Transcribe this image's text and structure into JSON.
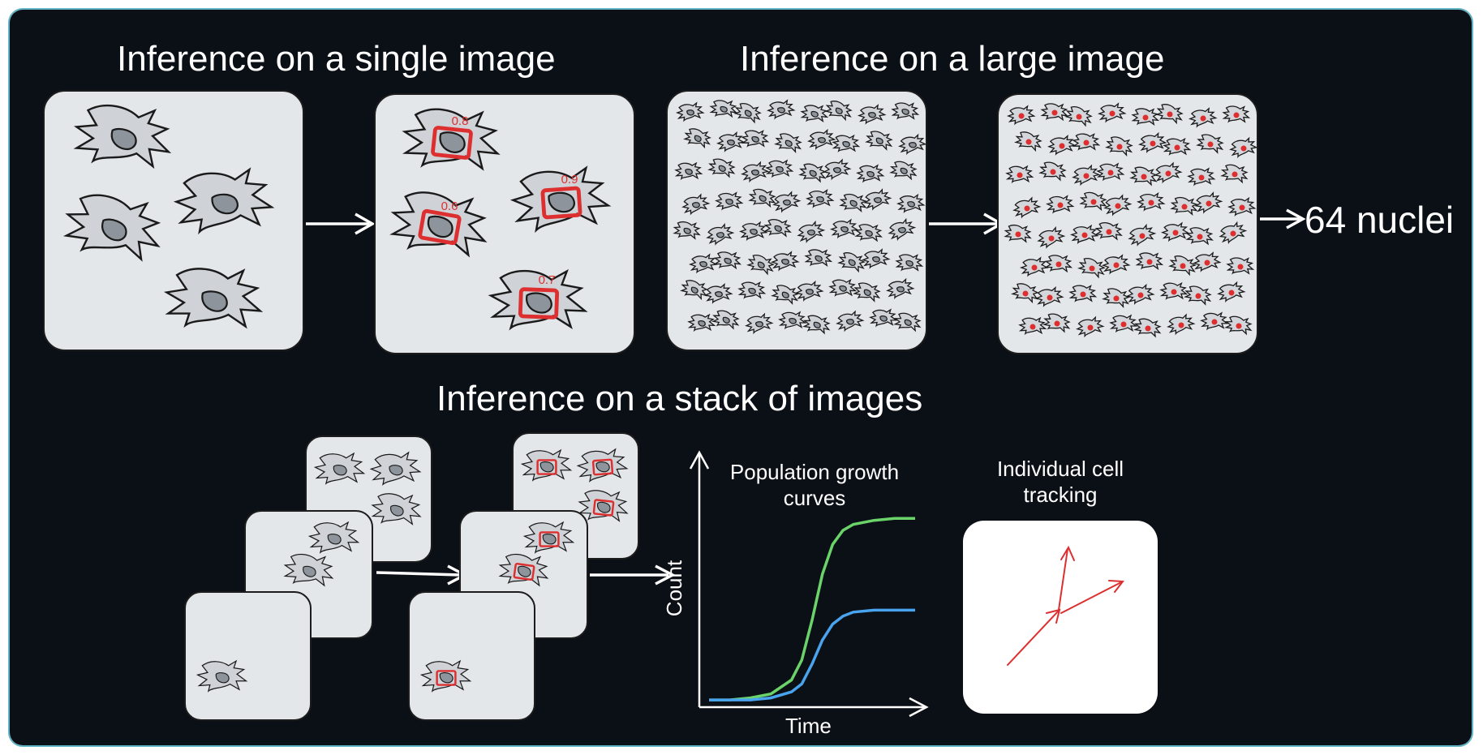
{
  "titles": {
    "single": "Inference on a single image",
    "large": "Inference on a large image",
    "stack": "Inference on a stack of images"
  },
  "result_count": "64 nuclei",
  "confidence_scores": [
    "0.8",
    "0.9",
    "0.6",
    "0.7"
  ],
  "chart": {
    "title_line1": "Population growth",
    "title_line2": "curves",
    "xlabel": "Time",
    "ylabel": "Count"
  },
  "tracking": {
    "title_line1": "Individual cell",
    "title_line2": "tracking"
  },
  "chart_data": {
    "type": "line",
    "title": "Population growth curves",
    "xlabel": "Time",
    "ylabel": "Count",
    "x": [
      0,
      0.1,
      0.2,
      0.3,
      0.4,
      0.45,
      0.5,
      0.55,
      0.6,
      0.65,
      0.7,
      0.8,
      0.9,
      1.0
    ],
    "series": [
      {
        "color": "#6ad36a",
        "values": [
          0.02,
          0.02,
          0.03,
          0.05,
          0.12,
          0.22,
          0.42,
          0.65,
          0.8,
          0.87,
          0.9,
          0.92,
          0.93,
          0.93
        ]
      },
      {
        "color": "#4aa3ee",
        "values": [
          0.02,
          0.02,
          0.02,
          0.03,
          0.06,
          0.1,
          0.2,
          0.32,
          0.4,
          0.44,
          0.46,
          0.47,
          0.47,
          0.47
        ]
      }
    ],
    "grid": false,
    "legend": "none"
  },
  "colors": {
    "background": "#0b0f16",
    "panel": "#e4e7ea",
    "detection": "#dd2f2f",
    "growth_high": "#6ad36a",
    "growth_low": "#4aa3ee",
    "frame_border": "#5fb3c4"
  }
}
